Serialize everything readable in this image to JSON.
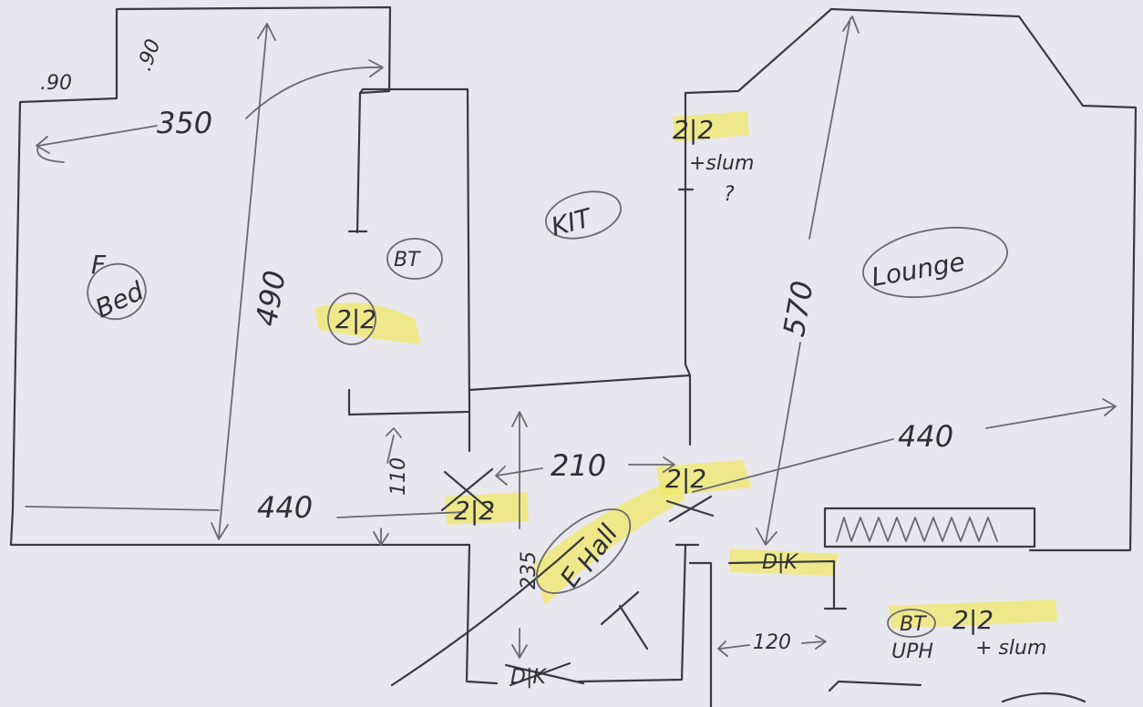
{
  "rooms": {
    "bed": {
      "prefix": "F",
      "name": "Bed"
    },
    "bathroom_left": {
      "name": "BT",
      "tag": "2|2"
    },
    "kitchen": {
      "name": "KIT",
      "tag": "2|2",
      "note": "+slum",
      "question": "?"
    },
    "lounge": {
      "name": "Lounge"
    },
    "hall": {
      "prefix": "E",
      "name": "Hall"
    },
    "bathroom_right": {
      "name": "BT",
      "tag": "2|2",
      "note_left": "UPH",
      "note_right": "+ slum"
    }
  },
  "dimensions": {
    "bed_top": ".90",
    "bed_notch": ".90",
    "bed_width": "350",
    "bed_length": "490",
    "bed_bottom": "440",
    "hall_gap": "110",
    "hall_width": "210",
    "lounge_width": "440",
    "lounge_length": "570",
    "hall_length": "235",
    "bath_width": "120"
  },
  "marks": {
    "door_left": "2|2",
    "door_right": "2|2",
    "door_bottom": "D|K",
    "door_lounge": "D|K",
    "radiator": "WWWWWW"
  },
  "colors": {
    "ink": "#3a3a3f",
    "highlight": "#efe86a",
    "paper": "#e9e7ee"
  }
}
